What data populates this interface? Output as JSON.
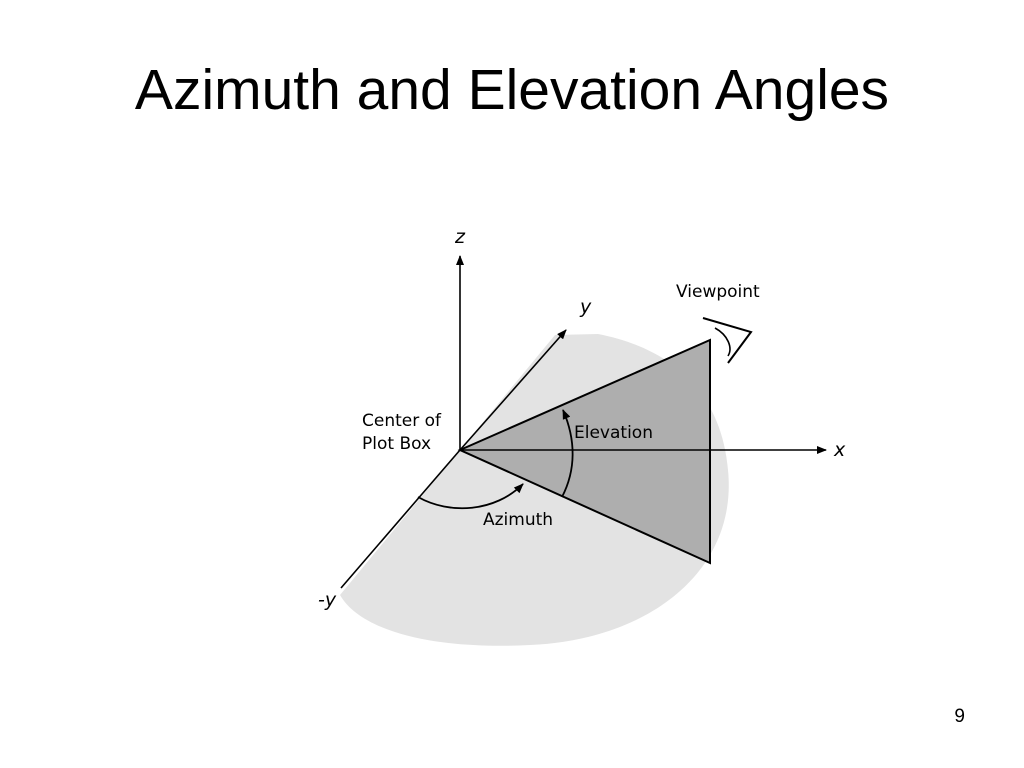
{
  "slide": {
    "title": "Azimuth and Elevation Angles",
    "page_number": "9"
  },
  "diagram": {
    "labels": {
      "z_axis": "z",
      "y_axis": "y",
      "neg_y_axis": "-y",
      "x_axis": "x",
      "viewpoint": "Viewpoint",
      "center_line1": "Center of",
      "center_line2": "Plot Box",
      "elevation": "Elevation",
      "azimuth": "Azimuth"
    },
    "colors": {
      "hemisphere": "#e3e3e3",
      "triangle": "#aeaeae",
      "lines": "#000000"
    }
  }
}
